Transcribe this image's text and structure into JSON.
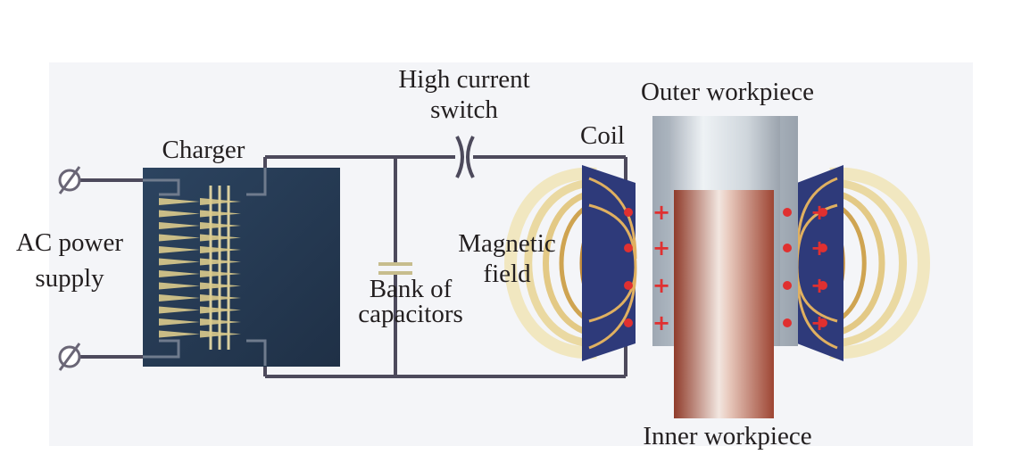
{
  "labels": {
    "ac_power_supply_line1": "AC power",
    "ac_power_supply_line2": "supply",
    "charger": "Charger",
    "high_current_switch_line1": "High current",
    "high_current_switch_line2": "switch",
    "bank_of_capacitors_line1": "Bank of",
    "bank_of_capacitors_line2": "capacitors",
    "magnetic_field_line1": "Magnetic",
    "magnetic_field_line2": "field",
    "coil": "Coil",
    "outer_workpiece": "Outer workpiece",
    "inner_workpiece": "Inner workpiece"
  },
  "icons": {
    "terminal_symbol": "⌀",
    "charge_symbol": "+"
  },
  "colors": {
    "wire": "#4d4a5c",
    "charger_body": "#253a52",
    "coil": "#2e3a7a",
    "field_lines": "#e8d9a0",
    "field_core": "#c8963a",
    "outer_workpiece": "#b7c2cb",
    "inner_workpiece": "#c0644a",
    "charge": "#e03030"
  }
}
